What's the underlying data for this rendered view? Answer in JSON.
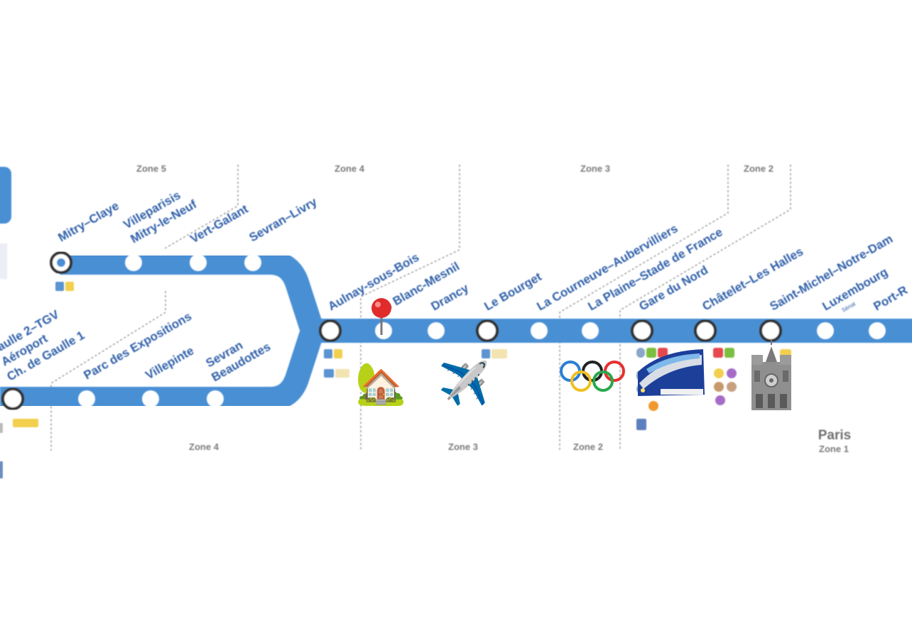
{
  "colors": {
    "line": "#4a8fd4",
    "label": "#2f5ea8",
    "zone_text": "#7a7a7a",
    "divider": "#9a9a9a",
    "badge_rer_b": "#5b93d1",
    "badge_yellow": "#f2cf4e",
    "badge_green": "#7bbf3f",
    "badge_red": "#e5484d",
    "badge_purple": "#a56cc6",
    "badge_orange": "#f0992f"
  },
  "zones": {
    "top": [
      "Zone 5",
      "Zone 4",
      "Zone 3",
      "Zone 2"
    ],
    "bottom": [
      "Zone 4",
      "Zone 3",
      "Zone 2"
    ],
    "paris_label": "Paris",
    "paris_zone": "Zone 1"
  },
  "branch_upper_stations": [
    "Mitry–Claye",
    "Villeparisis",
    "Mitry-le-Neuf",
    "Vert-Galant",
    "Sevran–Livry"
  ],
  "branch_lower_stations": [
    "aulle 2–TGV",
    "Aéroport",
    "Ch. de Gaulle 1",
    "Parc des Expositions",
    "Villepinte",
    "Sevran",
    "Beaudottes"
  ],
  "trunk_stations": [
    "Aulnay-sous-Bois",
    "e Blanc-Mesnil",
    "Drancy",
    "Le Bourget",
    "La Courneuve–Aubervilliers",
    "La Plaine–Stade de France",
    "Gare du Nord",
    "Châtelet–Les Halles",
    "Saint-Michel–Notre-Dam",
    "Luxembourg",
    "Port-R"
  ],
  "luxembourg_sub": "Sénat",
  "icons": [
    "map-pin-icon",
    "house-with-garden-icon",
    "airplane-icon",
    "olympic-rings-icon",
    "high-speed-train-icon",
    "notre-dame-cathedral-icon"
  ]
}
